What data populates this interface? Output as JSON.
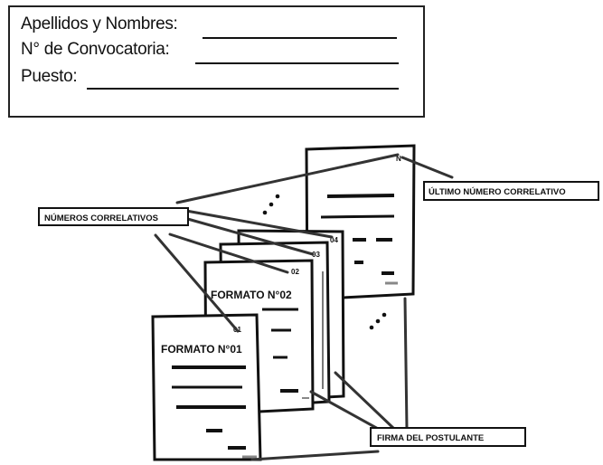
{
  "form": {
    "fields": [
      {
        "label": "Apellidos y Nombres:"
      },
      {
        "label": "N° de Convocatoria:"
      },
      {
        "label": "Puesto:"
      }
    ]
  },
  "diagram": {
    "callout_numeros": "NÚMEROS CORRELATIVOS",
    "callout_ultimo": "ÚLTIMO NÚMERO CORRELATIVO",
    "callout_firma": "FIRMA DEL POSTULANTE",
    "doc1_title": "FORMATO N°01",
    "doc1_number": "01",
    "doc2_title": "FORMATO N°02",
    "doc2_number": "02",
    "doc3_number": "03",
    "doc4_number": "04",
    "doc_last_number": "N"
  }
}
